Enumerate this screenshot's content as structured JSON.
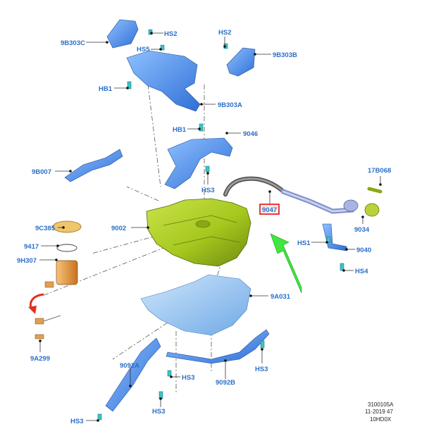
{
  "labels": {
    "p9B303C": "9B303C",
    "hs2_a": "HS2",
    "hs2_b": "HS2",
    "hs5": "HS5",
    "p9B303B": "9B303B",
    "hb1_a": "HB1",
    "p9B303A": "9B303A",
    "hb1_b": "HB1",
    "p9046": "9046",
    "p9B007": "9B007",
    "hs3_a": "HS3",
    "p17B068": "17B068",
    "p9047": "9047",
    "p9C385": "9C385",
    "p9002": "9002",
    "p9034": "9034",
    "p9417": "9417",
    "hs1": "HS1",
    "p9040": "9040",
    "p9H307": "9H307",
    "hs4": "HS4",
    "p9A031": "9A031",
    "p9A299": "9A299",
    "p9092A": "9092A",
    "hs3_b": "HS3",
    "hs3_c": "HS3",
    "p9092B": "9092B",
    "hs3_d": "HS3",
    "hs3_e": "HS3"
  },
  "reference": {
    "code": "3100105A",
    "date": "11-2019 47",
    "model": "10HD0X"
  },
  "colors": {
    "label": "#2a6fc9",
    "bracket_blue": "#4a8fe0",
    "tank_green": "#a6c81e",
    "shield_blue": "#9fc9f0",
    "pump_orange": "#e8963c",
    "bolt_cyan": "#3cc3c8",
    "highlight_red": "#e01010",
    "arrow_green": "#3ee63e",
    "arrow_red": "#e03020"
  }
}
